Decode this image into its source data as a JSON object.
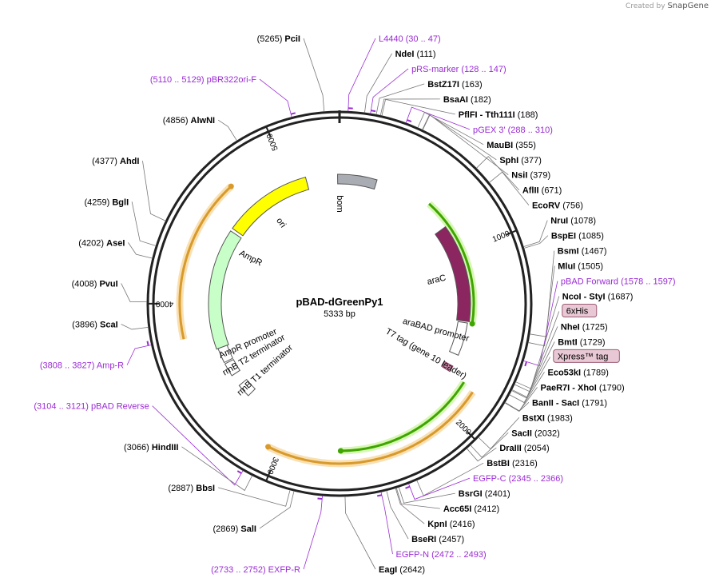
{
  "credit": {
    "prefix": "Created by",
    "brand": "SnapGene"
  },
  "plasmid": {
    "name": "pBAD-dGreenPy1",
    "size_label": "5333 bp",
    "length": 5333
  },
  "ticks": [
    {
      "pos": 1000,
      "label": "1000"
    },
    {
      "pos": 2000,
      "label": "2000"
    },
    {
      "pos": 3000,
      "label": "3000"
    },
    {
      "pos": 4000,
      "label": "4000"
    },
    {
      "pos": 5000,
      "label": "5000"
    }
  ],
  "features": [
    {
      "name": "ori",
      "start": 4520,
      "end": 5110,
      "track": "inner",
      "color": "#ffff00",
      "text_color": "#000000"
    },
    {
      "name": "bom",
      "start": 5320,
      "end": 250,
      "track": "inner_box",
      "color": "#a9adb3"
    },
    {
      "name": "araC",
      "start": 800,
      "end": 1450,
      "track": "inner",
      "color": "#8b2660",
      "text_color": "#ffffff"
    },
    {
      "name": "araBAD promoter",
      "start": 1460,
      "end": 1680,
      "track": "inner_outline",
      "color": "#ffffff"
    },
    {
      "name": "AmpR",
      "start": 3700,
      "end": 4500,
      "track": "inner",
      "color": "#c8ffc8",
      "text_color": "#000000"
    },
    {
      "name": "AmpR promoter",
      "start": 3600,
      "end": 3700,
      "track": "inner_outline",
      "color": "#ffffff"
    },
    {
      "name": "rrnB T2 terminator",
      "start": 3500,
      "end": 3590,
      "track": "inner_outline",
      "color": "#ffffff"
    },
    {
      "name": "rrnB T1 terminator",
      "start": 3330,
      "end": 3420,
      "track": "inner_outline",
      "color": "#ffffff"
    },
    {
      "name": "T7 tag (gene 10 leader)",
      "start": 1760,
      "end": 1800,
      "track": "inner_small",
      "color": "#c98da8"
    }
  ],
  "orfs": [
    {
      "start": 620,
      "end": 1460,
      "r": 168,
      "color": "#3fa500",
      "halo": "#d7f7b5"
    },
    {
      "start": 1810,
      "end": 2660,
      "r": 184,
      "color": "#3fa500",
      "halo": "#d7f7b5"
    },
    {
      "start": 1830,
      "end": 3060,
      "r": 200,
      "color": "#d89a2a",
      "halo": "#f9e0b3"
    },
    {
      "start": 3810,
      "end": 4700,
      "r": 200,
      "color": "#d89a2a",
      "halo": "#f9e0b3"
    }
  ],
  "center_labels": [
    {
      "text": "ori",
      "pos": 4800
    },
    {
      "text": "bom",
      "pos": 5333
    },
    {
      "text": "araC",
      "pos": 1130
    },
    {
      "text": "araBAD promoter",
      "pos": 1560
    },
    {
      "text": "AmpR",
      "pos": 4400
    },
    {
      "text": "AmpR promoter",
      "pos": 3650
    },
    {
      "text": "rrnB T2 terminator",
      "pos": 3540
    },
    {
      "text": "rrnB T1 terminator",
      "pos": 3380
    },
    {
      "text": "T7 tag (gene 10 leader)",
      "pos": 1780
    }
  ],
  "sites": [
    {
      "name": "PciI",
      "pos": "(5265)",
      "bp": 5265,
      "side": "left",
      "kind": "enzyme"
    },
    {
      "name": "L4440",
      "pos": "(30 .. 47)",
      "bp": 38,
      "side": "right",
      "kind": "primer"
    },
    {
      "name": "NdeI",
      "pos": "(111)",
      "bp": 111,
      "side": "right",
      "kind": "enzyme"
    },
    {
      "name": "pRS-marker",
      "pos": "(128 .. 147)",
      "bp": 137,
      "side": "right",
      "kind": "primer"
    },
    {
      "name": "BstZ17I",
      "pos": "(163)",
      "bp": 163,
      "side": "right",
      "kind": "enzyme"
    },
    {
      "name": "BsaAI",
      "pos": "(182)",
      "bp": 182,
      "side": "right",
      "kind": "enzyme"
    },
    {
      "name": "PflFI - Tth111I",
      "pos": "(188)",
      "bp": 188,
      "side": "right",
      "kind": "enzyme"
    },
    {
      "name": "pGEX 3'",
      "pos": "(288 .. 310)",
      "bp": 299,
      "side": "right",
      "kind": "primer"
    },
    {
      "name": "MauBI",
      "pos": "(355)",
      "bp": 355,
      "side": "right",
      "kind": "enzyme"
    },
    {
      "name": "SphI",
      "pos": "(377)",
      "bp": 377,
      "side": "right",
      "kind": "enzyme"
    },
    {
      "name": "NsiI",
      "pos": "(379)",
      "bp": 379,
      "side": "right",
      "kind": "enzyme"
    },
    {
      "name": "AflII",
      "pos": "(671)",
      "bp": 671,
      "side": "right",
      "kind": "enzyme"
    },
    {
      "name": "EcoRV",
      "pos": "(756)",
      "bp": 756,
      "side": "right",
      "kind": "enzyme"
    },
    {
      "name": "NruI",
      "pos": "(1078)",
      "bp": 1078,
      "side": "right",
      "kind": "enzyme"
    },
    {
      "name": "BspEI",
      "pos": "(1085)",
      "bp": 1085,
      "side": "right",
      "kind": "enzyme"
    },
    {
      "name": "BsmI",
      "pos": "(1467)",
      "bp": 1467,
      "side": "right",
      "kind": "enzyme"
    },
    {
      "name": "MluI",
      "pos": "(1505)",
      "bp": 1505,
      "side": "right",
      "kind": "enzyme"
    },
    {
      "name": "pBAD Forward",
      "pos": "(1578 .. 1597)",
      "bp": 1588,
      "side": "right",
      "kind": "primer"
    },
    {
      "name": "NcoI - StyI",
      "pos": "(1687)",
      "bp": 1687,
      "side": "right",
      "kind": "enzyme"
    },
    {
      "name": "6xHis",
      "pos": "",
      "bp": 1700,
      "side": "right",
      "kind": "tag"
    },
    {
      "name": "NheI",
      "pos": "(1725)",
      "bp": 1725,
      "side": "right",
      "kind": "enzyme"
    },
    {
      "name": "BmtI",
      "pos": "(1729)",
      "bp": 1729,
      "side": "right",
      "kind": "enzyme"
    },
    {
      "name": "Xpress™ tag",
      "pos": "",
      "bp": 1750,
      "side": "right",
      "kind": "tag"
    },
    {
      "name": "Eco53kI",
      "pos": "(1789)",
      "bp": 1789,
      "side": "right",
      "kind": "enzyme"
    },
    {
      "name": "PaeR7I - XhoI",
      "pos": "(1790)",
      "bp": 1790,
      "side": "right",
      "kind": "enzyme"
    },
    {
      "name": "BanII - SacI",
      "pos": "(1791)",
      "bp": 1791,
      "side": "right",
      "kind": "enzyme"
    },
    {
      "name": "BstXI",
      "pos": "(1983)",
      "bp": 1983,
      "side": "right",
      "kind": "enzyme"
    },
    {
      "name": "SacII",
      "pos": "(2032)",
      "bp": 2032,
      "side": "right",
      "kind": "enzyme"
    },
    {
      "name": "DraIII",
      "pos": "(2054)",
      "bp": 2054,
      "side": "right",
      "kind": "enzyme"
    },
    {
      "name": "BstBI",
      "pos": "(2316)",
      "bp": 2316,
      "side": "right",
      "kind": "enzyme"
    },
    {
      "name": "EGFP-C",
      "pos": "(2345 .. 2366)",
      "bp": 2355,
      "side": "right",
      "kind": "primer"
    },
    {
      "name": "BsrGI",
      "pos": "(2401)",
      "bp": 2401,
      "side": "right",
      "kind": "enzyme"
    },
    {
      "name": "Acc65I",
      "pos": "(2412)",
      "bp": 2412,
      "side": "right",
      "kind": "enzyme"
    },
    {
      "name": "KpnI",
      "pos": "(2416)",
      "bp": 2416,
      "side": "right",
      "kind": "enzyme"
    },
    {
      "name": "BseRI",
      "pos": "(2457)",
      "bp": 2457,
      "side": "right",
      "kind": "enzyme"
    },
    {
      "name": "EGFP-N",
      "pos": "(2472 .. 2493)",
      "bp": 2482,
      "side": "right",
      "kind": "primer"
    },
    {
      "name": "EagI",
      "pos": "(2642)",
      "bp": 2642,
      "side": "right",
      "kind": "enzyme"
    },
    {
      "name": "EXFP-R",
      "pos": "(2733 .. 2752)",
      "bp": 2742,
      "side": "left",
      "kind": "primer"
    },
    {
      "name": "SalI",
      "pos": "(2869)",
      "bp": 2869,
      "side": "left",
      "kind": "enzyme"
    },
    {
      "name": "BbsI",
      "pos": "(2887)",
      "bp": 2887,
      "side": "left",
      "kind": "enzyme"
    },
    {
      "name": "HindIII",
      "pos": "(3066)",
      "bp": 3066,
      "side": "left",
      "kind": "enzyme"
    },
    {
      "name": "pBAD Reverse",
      "pos": "(3104 .. 3121)",
      "bp": 3112,
      "side": "left",
      "kind": "primer"
    },
    {
      "name": "Amp-R",
      "pos": "(3808 .. 3827)",
      "bp": 3817,
      "side": "left",
      "kind": "primer"
    },
    {
      "name": "ScaI",
      "pos": "(3896)",
      "bp": 3896,
      "side": "left",
      "kind": "enzyme"
    },
    {
      "name": "PvuI",
      "pos": "(4008)",
      "bp": 4008,
      "side": "left",
      "kind": "enzyme"
    },
    {
      "name": "AseI",
      "pos": "(4202)",
      "bp": 4202,
      "side": "left",
      "kind": "enzyme"
    },
    {
      "name": "BglI",
      "pos": "(4259)",
      "bp": 4259,
      "side": "left",
      "kind": "enzyme"
    },
    {
      "name": "AhdI",
      "pos": "(4377)",
      "bp": 4377,
      "side": "left",
      "kind": "enzyme"
    },
    {
      "name": "AlwNI",
      "pos": "(4856)",
      "bp": 4856,
      "side": "left",
      "kind": "enzyme"
    },
    {
      "name": "pBR322ori-F",
      "pos": "(5110 .. 5129)",
      "bp": 5120,
      "side": "left",
      "kind": "primer"
    }
  ],
  "colors": {
    "primer": "#9a2bd4",
    "enzyme": "#000000",
    "tag_fill": "#e8c8d4",
    "tag_stroke": "#9b5a72",
    "line": "#777777"
  }
}
